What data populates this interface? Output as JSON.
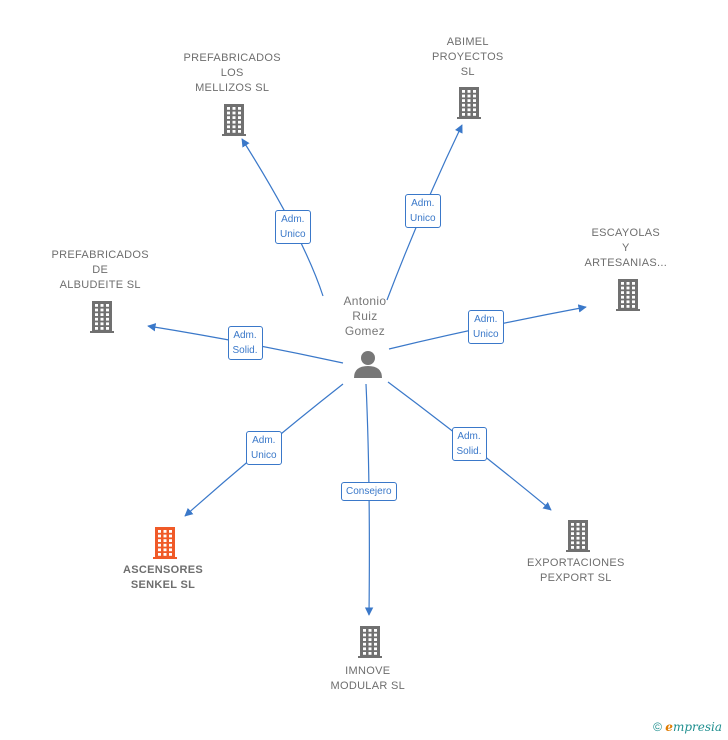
{
  "colors": {
    "edge": "#3a78c9",
    "building": "#707070",
    "highlight": "#f05a28",
    "person": "#777777"
  },
  "center": {
    "name": "Antonio\nRuiz\nGomez",
    "icon": "person-icon"
  },
  "nodes": [
    {
      "id": "prefabricados-los-mellizos",
      "label": "PREFABRICADOS\nLOS\nMELLIZOS  SL",
      "icon": "building-icon",
      "highlight": false
    },
    {
      "id": "abimel-proyectos",
      "label": "ABIMEL\nPROYECTOS\nSL",
      "icon": "building-icon",
      "highlight": false
    },
    {
      "id": "escayolas-artesanias",
      "label": "ESCAYOLAS\nY\nARTESANIAS...",
      "icon": "building-icon",
      "highlight": false
    },
    {
      "id": "prefabricados-albudeite",
      "label": "PREFABRICADOS\nDE\nALBUDEITE  SL",
      "icon": "building-icon",
      "highlight": false
    },
    {
      "id": "ascensores-senkel",
      "label": "ASCENSORES\nSENKEL  SL",
      "icon": "building-icon",
      "highlight": true
    },
    {
      "id": "imnove-modular",
      "label": "IMNOVE\nMODULAR  SL",
      "icon": "building-icon",
      "highlight": false
    },
    {
      "id": "exportaciones-pexport",
      "label": "EXPORTACIONES\nPEXPORT  SL",
      "icon": "building-icon",
      "highlight": false
    }
  ],
  "edges": [
    {
      "to": "prefabricados-los-mellizos",
      "label": "Adm.\nUnico"
    },
    {
      "to": "abimel-proyectos",
      "label": "Adm.\nUnico"
    },
    {
      "to": "escayolas-artesanias",
      "label": "Adm.\nUnico"
    },
    {
      "to": "prefabricados-albudeite",
      "label": "Adm.\nSolid."
    },
    {
      "to": "ascensores-senkel",
      "label": "Adm.\nUnico"
    },
    {
      "to": "imnove-modular",
      "label": "Consejero"
    },
    {
      "to": "exportaciones-pexport",
      "label": "Adm.\nSolid."
    }
  ],
  "footer": {
    "copyright": "©",
    "brand_e": "e",
    "brand_rest": "mpresia"
  }
}
